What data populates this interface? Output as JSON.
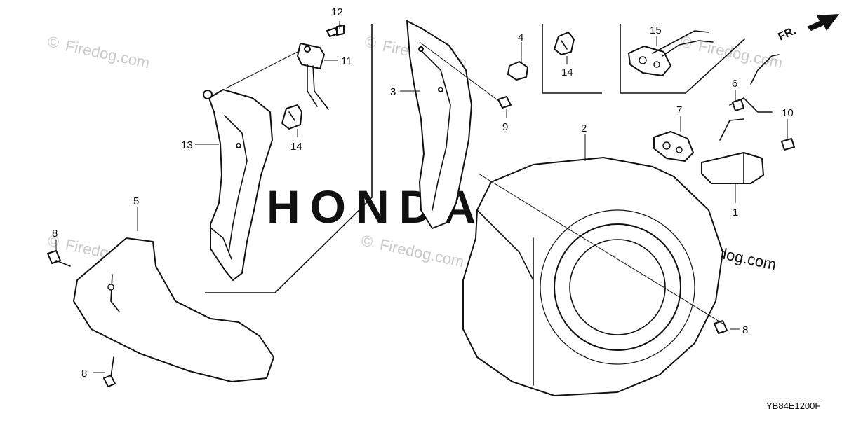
{
  "brand_watermark": "HONDA",
  "watermark_text": "Firedog.com",
  "watermark_copyright": "©",
  "watermark_text_large": "Firedog.com",
  "direction_label": "FR.",
  "diagram_code": "YB84E1200F",
  "callouts": {
    "c1": "1",
    "c2": "2",
    "c3": "3",
    "c4": "4",
    "c5": "5",
    "c6": "6",
    "c7": "7",
    "c8a": "8",
    "c8b": "8",
    "c8c": "8",
    "c9": "9",
    "c10": "10",
    "c11": "11",
    "c12": "12",
    "c13": "13",
    "c14a": "14",
    "c14b": "14",
    "c15": "15"
  }
}
